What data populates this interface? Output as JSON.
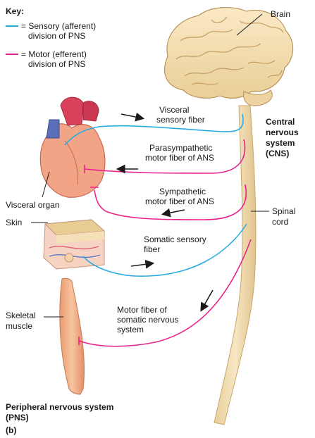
{
  "key": {
    "title": "Key:",
    "sensory_line1": "= Sensory (afferent)",
    "sensory_line2": "division of PNS",
    "motor_line1": "= Motor (efferent)",
    "motor_line2": "division of PNS"
  },
  "labels": {
    "brain": "Brain",
    "cns_line1": "Central",
    "cns_line2": "nervous",
    "cns_line3": "system",
    "cns_line4": "(CNS)",
    "spinal_line1": "Spinal",
    "spinal_line2": "cord",
    "visceral_sensory_line1": "Visceral",
    "visceral_sensory_line2": "sensory fiber",
    "parasym_line1": "Parasympathetic",
    "parasym_line2": "motor fiber of ANS",
    "sym_line1": "Sympathetic",
    "sym_line2": "motor fiber of ANS",
    "somatic_sensory_line1": "Somatic sensory",
    "somatic_sensory_line2": "fiber",
    "motor_somatic_line1": "Motor fiber of",
    "motor_somatic_line2": "somatic nervous",
    "motor_somatic_line3": "system",
    "visceral_organ": "Visceral organ",
    "skin": "Skin",
    "skeletal_line1": "Skeletal",
    "skeletal_line2": "muscle",
    "pns_line1": "Peripheral nervous system",
    "pns_line2": "(PNS)",
    "panel": "(b)"
  },
  "colors": {
    "sensory": "#29abe2",
    "motor": "#e8248c",
    "nerve_tissue": "#f1ddb0",
    "heart": "#f0a080",
    "muscle": "#f2b58a"
  }
}
